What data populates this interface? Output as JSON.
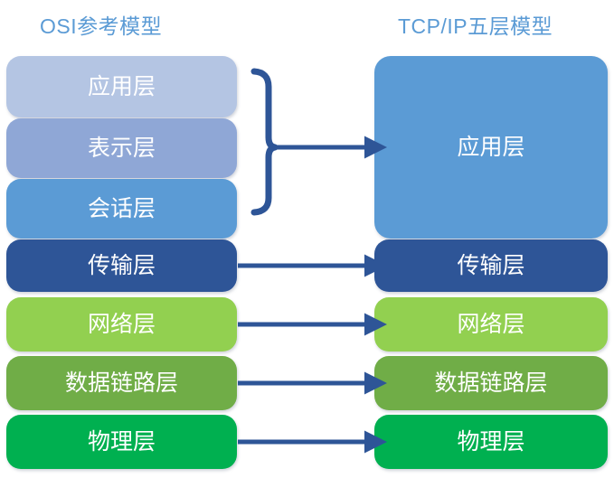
{
  "diagram": {
    "title_left": "OSI参考模型",
    "title_right": "TCP/IP五层模型",
    "title_color": "#5B9BD5",
    "arrow_color": "#2E5597",
    "background": "#FFFFFF",
    "text_color": "#FFFFFF"
  },
  "osi_layers": [
    {
      "label": "应用层",
      "color": "#B4C5E3"
    },
    {
      "label": "表示层",
      "color": "#8FA7D6"
    },
    {
      "label": "会话层",
      "color": "#5B9BD5"
    },
    {
      "label": "传输层",
      "color": "#2E5597"
    },
    {
      "label": "网络层",
      "color": "#92D050"
    },
    {
      "label": "数据链路层",
      "color": "#70AD47"
    },
    {
      "label": "物理层",
      "color": "#00B050"
    }
  ],
  "tcpip_layers": [
    {
      "label": "应用层",
      "color": "#5B9BD5"
    },
    {
      "label": "传输层",
      "color": "#2E5597"
    },
    {
      "label": "网络层",
      "color": "#92D050"
    },
    {
      "label": "数据链路层",
      "color": "#70AD47"
    },
    {
      "label": "物理层",
      "color": "#00B050"
    }
  ],
  "connectors": [
    {
      "from": [
        "应用层",
        "表示层",
        "会话层"
      ],
      "to": "应用层",
      "style": "brace-arrow"
    },
    {
      "from": [
        "传输层"
      ],
      "to": "传输层",
      "style": "arrow"
    },
    {
      "from": [
        "网络层"
      ],
      "to": "网络层",
      "style": "arrow"
    },
    {
      "from": [
        "数据链路层"
      ],
      "to": "数据链路层",
      "style": "arrow"
    },
    {
      "from": [
        "物理层"
      ],
      "to": "物理层",
      "style": "arrow"
    }
  ]
}
